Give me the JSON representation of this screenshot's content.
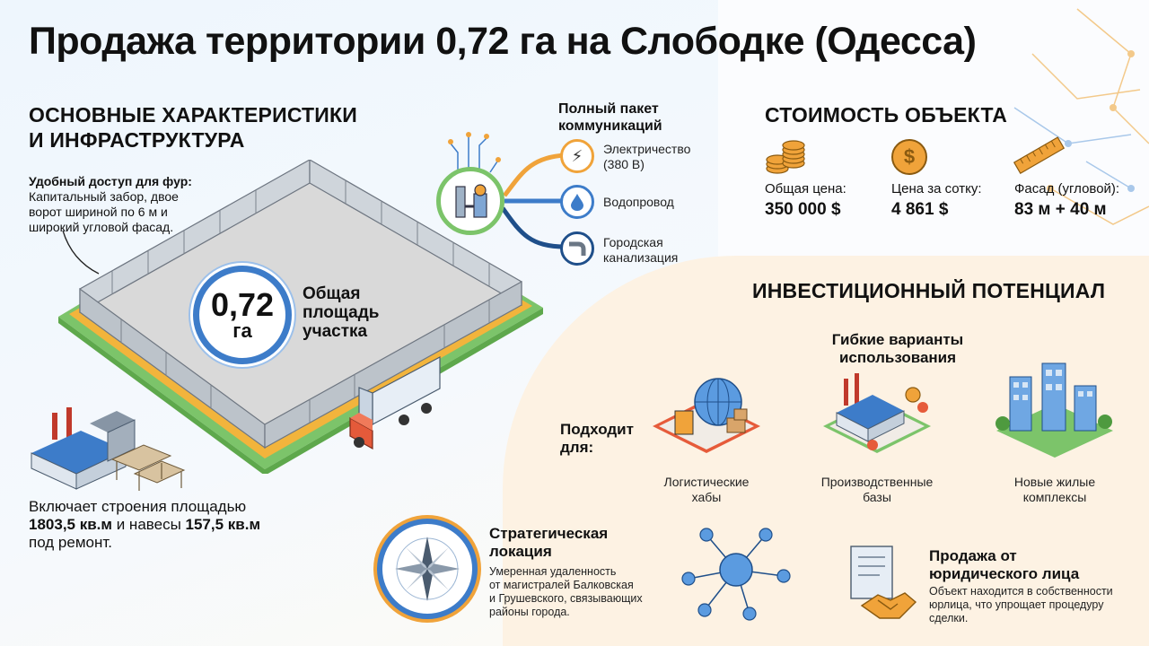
{
  "title": "Продажа территории 0,72 га на Слободке (Одесса)",
  "characteristics": {
    "heading_line1": "ОСНОВНЫЕ ХАРАКТЕРИСТИКИ",
    "heading_line2": "И ИНФРАСТРУКТУРА",
    "access_title": "Удобный доступ для фур:",
    "access_line1": "Капитальный забор, двое",
    "access_line2": "ворот шириной по 6 м и",
    "access_line3": "широкий угловой фасад.",
    "area_value": "0,72",
    "area_unit": "га",
    "area_label_line1": "Общая",
    "area_label_line2": "площадь",
    "area_label_line3": "участка",
    "buildings_line1": "Включает строения площадью",
    "buildings_area": "1803,5 кв.м",
    "buildings_and": " и навесы ",
    "canopy_area": "157,5 кв.м",
    "buildings_line3": "под ремонт."
  },
  "utilities": {
    "heading_line1": "Полный пакет",
    "heading_line2": "коммуникаций",
    "items": [
      {
        "label_line1": "Электричество",
        "label_line2": "(380 В)",
        "icon": "lightning-icon"
      },
      {
        "label_line1": "Водопровод",
        "label_line2": "",
        "icon": "water-drop-icon"
      },
      {
        "label_line1": "Городская",
        "label_line2": "канализация",
        "icon": "pipe-icon"
      }
    ]
  },
  "cost": {
    "heading": "СТОИМОСТЬ ОБЪЕКТА",
    "items": [
      {
        "label": "Общая цена:",
        "value": "350 000 $",
        "icon": "coins-icon"
      },
      {
        "label": "Цена за сотку:",
        "value": "4 861 $",
        "icon": "dollar-coin-icon"
      },
      {
        "label": "Фасад (угловой):",
        "value": "83 м + 40 м",
        "icon": "ruler-icon"
      }
    ]
  },
  "investment": {
    "heading": "ИНВЕСТИЦИОННЫЙ ПОТЕНЦИАЛ",
    "flexible_line1": "Гибкие варианты",
    "flexible_line2": "использования",
    "suits_line1": "Подходит",
    "suits_line2": "для:",
    "uses": [
      {
        "line1": "Логистические",
        "line2": "хабы",
        "icon": "logistics-hub-icon"
      },
      {
        "line1": "Производственные",
        "line2": "базы",
        "icon": "factory-base-icon"
      },
      {
        "line1": "Новые жилые",
        "line2": "комплексы",
        "icon": "residential-complex-icon"
      }
    ],
    "location_title_line1": "Стратегическая",
    "location_title_line2": "локация",
    "location_desc_line1": "Умеренная удаленность",
    "location_desc_line2": "от магистралей Балковская",
    "location_desc_line3": "и Грушевского, связывающих",
    "location_desc_line4": "районы города.",
    "legal_title_line1": "Продажа от",
    "legal_title_line2": "юридического лица",
    "legal_desc_line1": "Объект находится в собственности",
    "legal_desc_line2": "юрлица, что упрощает процедуру",
    "legal_desc_line3": "сделки."
  },
  "colors": {
    "accent_blue": "#3d7cc9",
    "accent_orange": "#f0a33a",
    "green": "#7cc46a",
    "dark": "#1e2a3a"
  }
}
